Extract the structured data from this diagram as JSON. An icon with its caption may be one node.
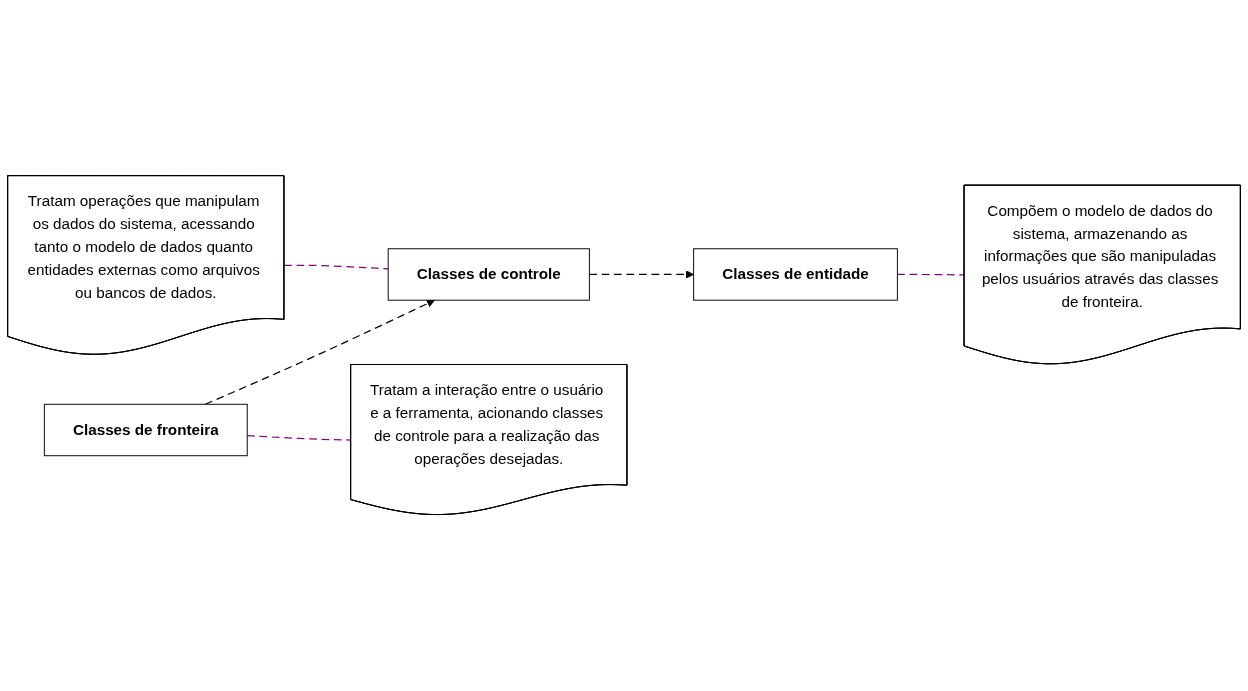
{
  "diagram": {
    "nodes": [
      {
        "text": [
          "Tratam operações que manipulam os dados do sistema, acessando tanto o modelo de dados quanto entidades externas como arquivos ou bancos de dados."
        ]
      },
      {
        "text": [
          "Classes de controle"
        ]
      },
      {
        "text": [
          "Classes de fronteira"
        ]
      },
      {
        "text": [
          "Tratam a interação entre o usuário e a ferramenta, acionando classes de controle para a realização das operações desejadas."
        ]
      },
      {
        "text": [
          "Classes de entidade"
        ]
      },
      {
        "text": [
          "Compõem o modelo de dados do sistema, armazenando as informações que são manipuladas pelos usuários através das classes de fronteira."
        ]
      }
    ],
    "edges": [
      {
        "from": 0,
        "to": 1,
        "arrow": "none",
        "style": "dashed",
        "color": "#800080"
      },
      {
        "from": 2,
        "to": 1,
        "arrow": "to",
        "style": "dashed",
        "color": "#000000"
      },
      {
        "from": 1,
        "to": 4,
        "arrow": "to",
        "style": "dashed",
        "color": "#000000"
      },
      {
        "from": 2,
        "to": 3,
        "arrow": "none",
        "style": "dashed",
        "color": "#800080"
      },
      {
        "from": 4,
        "to": 5,
        "arrow": "none",
        "style": "dashed",
        "color": "#800080"
      }
    ]
  }
}
